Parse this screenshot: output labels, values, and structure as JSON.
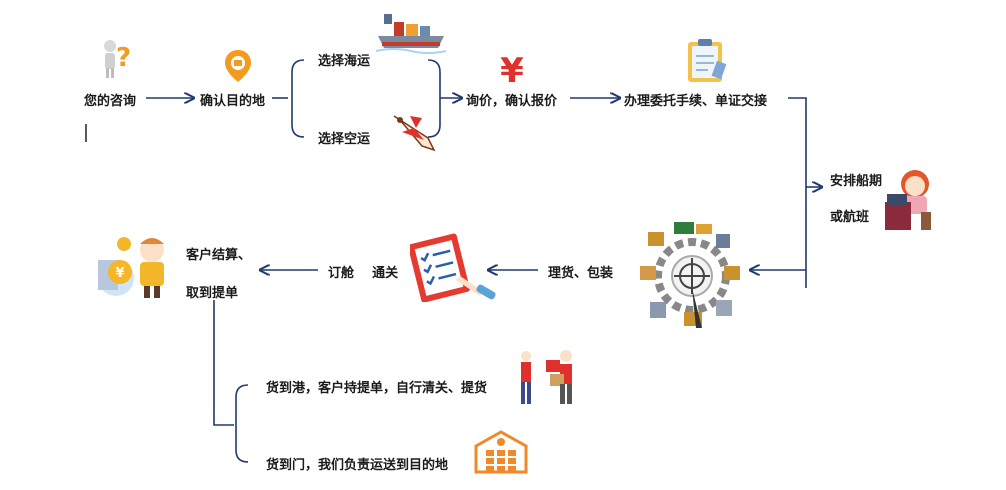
{
  "steps": {
    "consult": "您的咨询",
    "destination": "确认目的地",
    "sea": "选择海运",
    "air": "选择空运",
    "quote": "询价，确认报价",
    "entrust": "办理委托手续、单证交接",
    "schedule_line1": "安排船期",
    "schedule_line2": "或航班",
    "packing": "理货、包装",
    "booking": "订舱    通关",
    "settle_line1": "客户结算、",
    "settle_line2": "取到提单",
    "port": "货到港，客户持提单，自行清关、提货",
    "door": "货到门，我们负责运送到目的地"
  },
  "icons": {
    "consult": "question-person-icon",
    "destination": "location-pin-icon",
    "sea": "cargo-ship-icon",
    "air": "airplane-icon",
    "quote": "yen-icon",
    "entrust": "clipboard-icon",
    "schedule": "operator-girl-icon",
    "packing": "logistics-wheel-icon",
    "booking": "checklist-icon",
    "settle": "businessman-coins-icon",
    "port": "delivery-people-icon",
    "door": "warehouse-icon"
  },
  "colors": {
    "connector": "#1f3a6e",
    "accent_orange": "#f29b1e",
    "accent_red": "#e0302b"
  }
}
